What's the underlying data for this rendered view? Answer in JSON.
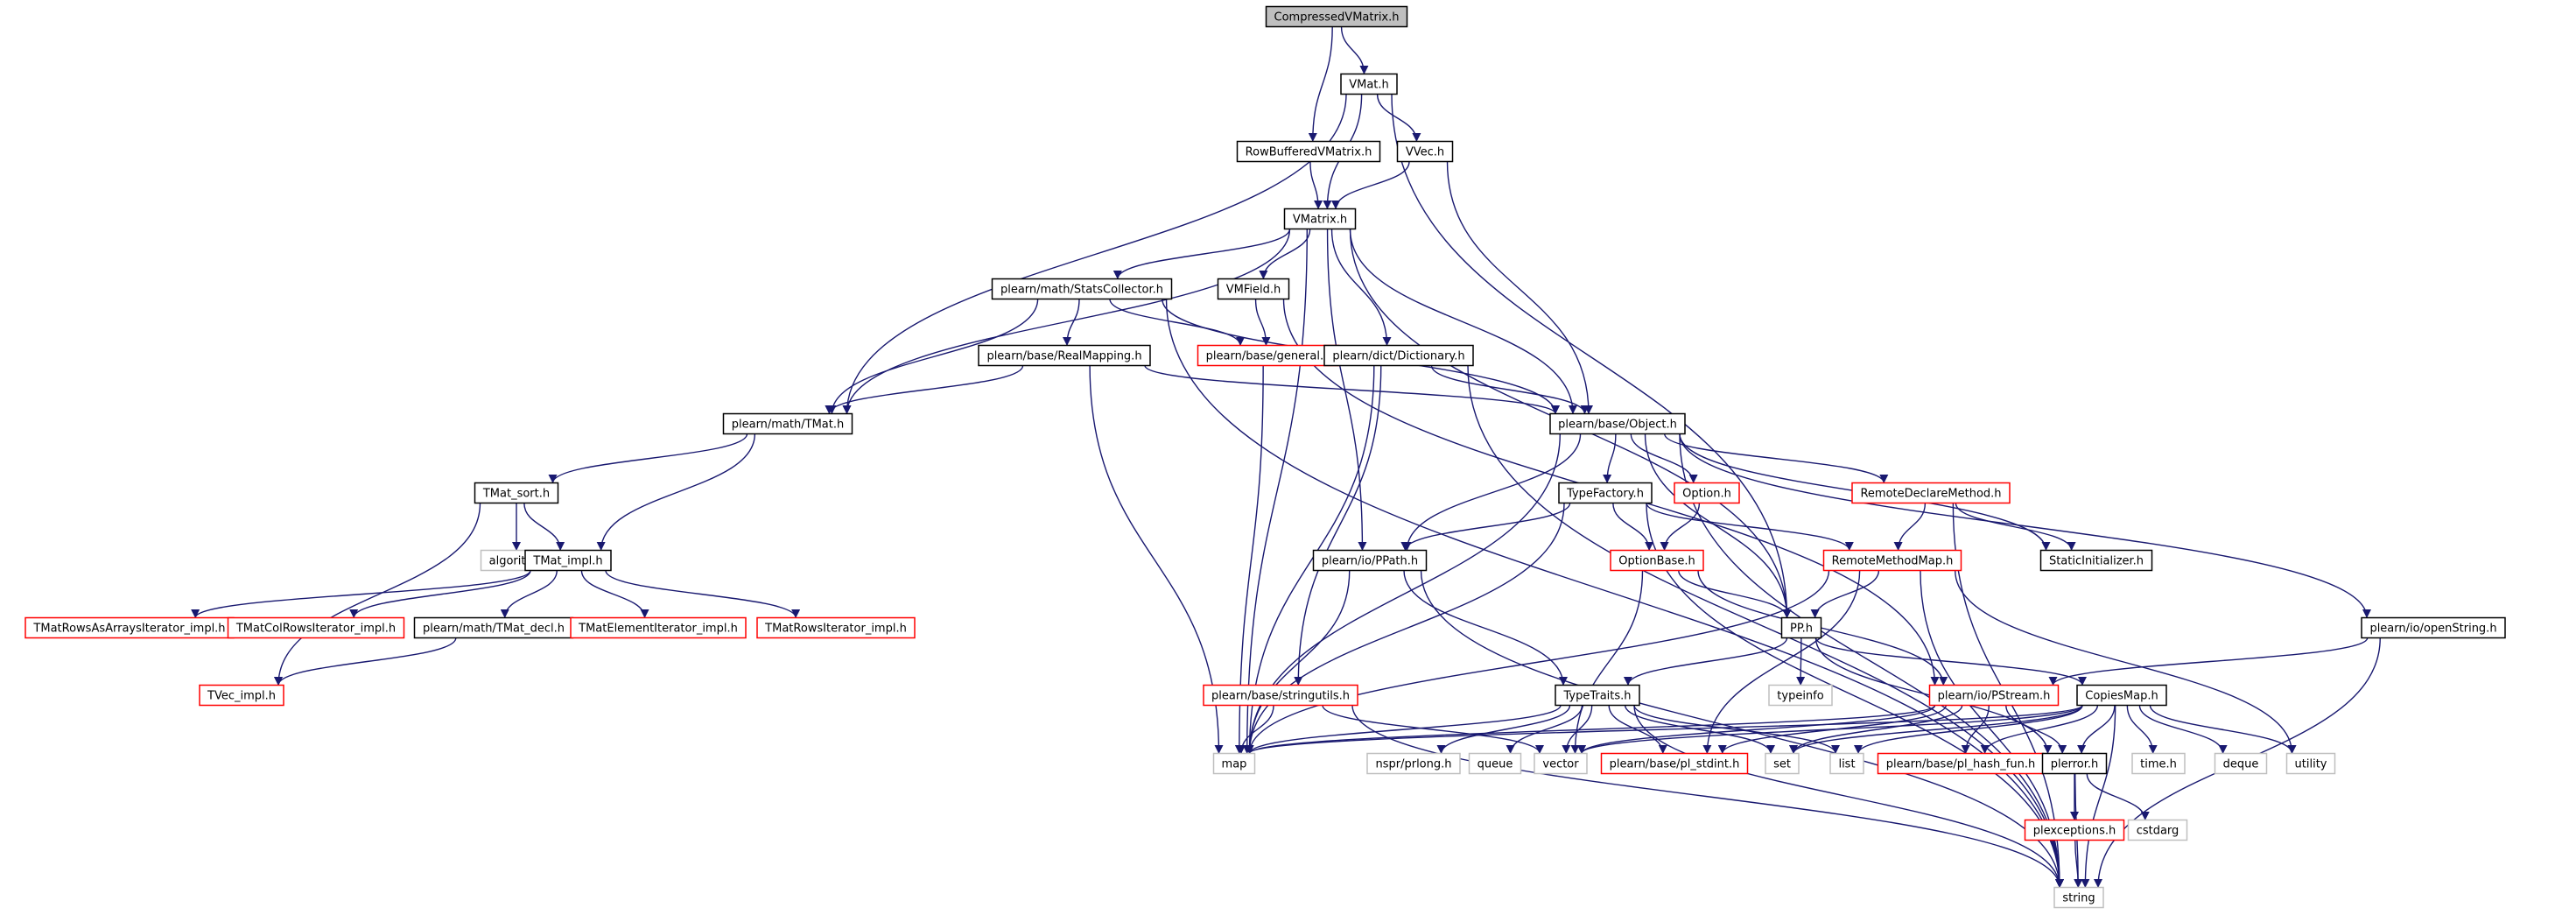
{
  "colors": {
    "edge": "#191970",
    "border_normal": "#000000",
    "border_truncated": "#ff0000",
    "border_external": "#bfbfbf",
    "fill_root": "#bfbfbf",
    "fill_default": "#ffffff",
    "text": "#000000"
  },
  "nodes": [
    {
      "id": "compressed",
      "label": "CompressedVMatrix.h",
      "style": "root"
    },
    {
      "id": "vmat",
      "label": "VMat.h",
      "style": "normal"
    },
    {
      "id": "rowbuf",
      "label": "RowBufferedVMatrix.h",
      "style": "normal"
    },
    {
      "id": "vvec",
      "label": "VVec.h",
      "style": "normal"
    },
    {
      "id": "vmatrix",
      "label": "VMatrix.h",
      "style": "normal"
    },
    {
      "id": "statscol",
      "label": "plearn/math/StatsCollector.h",
      "style": "normal"
    },
    {
      "id": "vmfield",
      "label": "VMField.h",
      "style": "normal"
    },
    {
      "id": "realmap",
      "label": "plearn/base/RealMapping.h",
      "style": "normal"
    },
    {
      "id": "general",
      "label": "plearn/base/general.h",
      "style": "truncated"
    },
    {
      "id": "dictionary",
      "label": "plearn/dict/Dictionary.h",
      "style": "normal"
    },
    {
      "id": "tmat",
      "label": "plearn/math/TMat.h",
      "style": "normal"
    },
    {
      "id": "object",
      "label": "plearn/base/Object.h",
      "style": "normal"
    },
    {
      "id": "tmatsort",
      "label": "TMat_sort.h",
      "style": "normal"
    },
    {
      "id": "algorithm",
      "label": "algorithm",
      "style": "external"
    },
    {
      "id": "tmatimpl",
      "label": "TMat_impl.h",
      "style": "normal"
    },
    {
      "id": "typefactory",
      "label": "TypeFactory.h",
      "style": "normal"
    },
    {
      "id": "option",
      "label": "Option.h",
      "style": "truncated"
    },
    {
      "id": "remotedecl",
      "label": "RemoteDeclareMethod.h",
      "style": "truncated"
    },
    {
      "id": "staticinit",
      "label": "StaticInitializer.h",
      "style": "normal"
    },
    {
      "id": "ppath",
      "label": "plearn/io/PPath.h",
      "style": "normal"
    },
    {
      "id": "optionbase",
      "label": "OptionBase.h",
      "style": "truncated"
    },
    {
      "id": "remotemethodmap",
      "label": "RemoteMethodMap.h",
      "style": "truncated"
    },
    {
      "id": "pp",
      "label": "PP.h",
      "style": "normal"
    },
    {
      "id": "openstring",
      "label": "plearn/io/openString.h",
      "style": "normal"
    },
    {
      "id": "tmatrowsarr",
      "label": "TMatRowsAsArraysIterator_impl.h",
      "style": "truncated"
    },
    {
      "id": "tmatcolrows",
      "label": "TMatColRowsIterator_impl.h",
      "style": "truncated"
    },
    {
      "id": "tmatdecl",
      "label": "plearn/math/TMat_decl.h",
      "style": "normal"
    },
    {
      "id": "tmatelem",
      "label": "TMatElementIterator_impl.h",
      "style": "truncated"
    },
    {
      "id": "tmatrowsiter",
      "label": "TMatRowsIterator_impl.h",
      "style": "truncated"
    },
    {
      "id": "tvecimpl",
      "label": "TVec_impl.h",
      "style": "truncated"
    },
    {
      "id": "typeinfo",
      "label": "typeinfo",
      "style": "external"
    },
    {
      "id": "stringutils",
      "label": "plearn/base/stringutils.h",
      "style": "truncated"
    },
    {
      "id": "typetraits",
      "label": "TypeTraits.h",
      "style": "normal"
    },
    {
      "id": "pstream",
      "label": "plearn/io/PStream.h",
      "style": "truncated"
    },
    {
      "id": "copiesmap",
      "label": "CopiesMap.h",
      "style": "normal"
    },
    {
      "id": "map",
      "label": "map",
      "style": "external"
    },
    {
      "id": "nsprlong",
      "label": "nspr/prlong.h",
      "style": "external"
    },
    {
      "id": "queue",
      "label": "queue",
      "style": "external"
    },
    {
      "id": "vector",
      "label": "vector",
      "style": "external"
    },
    {
      "id": "plstdint",
      "label": "plearn/base/pl_stdint.h",
      "style": "truncated"
    },
    {
      "id": "set",
      "label": "set",
      "style": "external"
    },
    {
      "id": "list",
      "label": "list",
      "style": "external"
    },
    {
      "id": "plhash",
      "label": "plearn/base/pl_hash_fun.h",
      "style": "truncated"
    },
    {
      "id": "plerror",
      "label": "plerror.h",
      "style": "normal"
    },
    {
      "id": "timeh",
      "label": "time.h",
      "style": "external"
    },
    {
      "id": "deque",
      "label": "deque",
      "style": "external"
    },
    {
      "id": "utility",
      "label": "utility",
      "style": "external"
    },
    {
      "id": "plexceptions",
      "label": "plexceptions.h",
      "style": "truncated"
    },
    {
      "id": "cstdarg",
      "label": "cstdarg",
      "style": "external"
    },
    {
      "id": "string",
      "label": "string",
      "style": "external"
    }
  ],
  "edges": [
    [
      "compressed",
      "vmat"
    ],
    [
      "compressed",
      "rowbuf"
    ],
    [
      "vmat",
      "vvec"
    ],
    [
      "vmat",
      "vmatrix"
    ],
    [
      "vmat",
      "tmat"
    ],
    [
      "vmat",
      "pp"
    ],
    [
      "rowbuf",
      "vmatrix"
    ],
    [
      "vvec",
      "vmatrix"
    ],
    [
      "vvec",
      "object"
    ],
    [
      "vmatrix",
      "statscol"
    ],
    [
      "vmatrix",
      "vmfield"
    ],
    [
      "vmatrix",
      "dictionary"
    ],
    [
      "vmatrix",
      "tmat"
    ],
    [
      "vmatrix",
      "object"
    ],
    [
      "vmatrix",
      "ppath"
    ],
    [
      "vmatrix",
      "pp"
    ],
    [
      "vmatrix",
      "map"
    ],
    [
      "statscol",
      "realmap"
    ],
    [
      "statscol",
      "general"
    ],
    [
      "statscol",
      "tmat"
    ],
    [
      "statscol",
      "object"
    ],
    [
      "statscol",
      "string"
    ],
    [
      "vmfield",
      "general"
    ],
    [
      "vmfield",
      "pstream"
    ],
    [
      "realmap",
      "tmat"
    ],
    [
      "realmap",
      "object"
    ],
    [
      "realmap",
      "map"
    ],
    [
      "general",
      "map"
    ],
    [
      "dictionary",
      "object"
    ],
    [
      "dictionary",
      "stringutils"
    ],
    [
      "dictionary",
      "map"
    ],
    [
      "dictionary",
      "string"
    ],
    [
      "tmat",
      "tmatsort"
    ],
    [
      "tmat",
      "tmatimpl"
    ],
    [
      "tmatsort",
      "algorithm"
    ],
    [
      "tmatsort",
      "tmatimpl"
    ],
    [
      "tmatsort",
      "tvecimpl"
    ],
    [
      "tmatimpl",
      "tmatrowsarr"
    ],
    [
      "tmatimpl",
      "tmatcolrows"
    ],
    [
      "tmatimpl",
      "tmatdecl"
    ],
    [
      "tmatimpl",
      "tmatelem"
    ],
    [
      "tmatimpl",
      "tmatrowsiter"
    ],
    [
      "tmatdecl",
      "tvecimpl"
    ],
    [
      "object",
      "typefactory"
    ],
    [
      "object",
      "option"
    ],
    [
      "object",
      "remotedecl"
    ],
    [
      "object",
      "staticinit"
    ],
    [
      "object",
      "ppath"
    ],
    [
      "object",
      "pp"
    ],
    [
      "object",
      "openstring"
    ],
    [
      "object",
      "map"
    ],
    [
      "object",
      "string"
    ],
    [
      "typefactory",
      "ppath"
    ],
    [
      "typefactory",
      "optionbase"
    ],
    [
      "typefactory",
      "remotemethodmap"
    ],
    [
      "typefactory",
      "map"
    ],
    [
      "typefactory",
      "string"
    ],
    [
      "option",
      "optionbase"
    ],
    [
      "remotedecl",
      "remotemethodmap"
    ],
    [
      "remotedecl",
      "staticinit"
    ],
    [
      "remotedecl",
      "string"
    ],
    [
      "ppath",
      "typetraits"
    ],
    [
      "ppath",
      "map"
    ],
    [
      "ppath",
      "string"
    ],
    [
      "optionbase",
      "pp"
    ],
    [
      "optionbase",
      "pstream"
    ],
    [
      "optionbase",
      "vector"
    ],
    [
      "remotemethodmap",
      "pp"
    ],
    [
      "remotemethodmap",
      "map"
    ],
    [
      "remotemethodmap",
      "plstdint"
    ],
    [
      "remotemethodmap",
      "utility"
    ],
    [
      "remotemethodmap",
      "string"
    ],
    [
      "pp",
      "typetraits"
    ],
    [
      "pp",
      "typeinfo"
    ],
    [
      "pp",
      "copiesmap"
    ],
    [
      "pp",
      "plerror"
    ],
    [
      "openstring",
      "pstream"
    ],
    [
      "openstring",
      "string"
    ],
    [
      "stringutils",
      "map"
    ],
    [
      "stringutils",
      "vector"
    ],
    [
      "stringutils",
      "string"
    ],
    [
      "typetraits",
      "map"
    ],
    [
      "typetraits",
      "nsprlong"
    ],
    [
      "typetraits",
      "queue"
    ],
    [
      "typetraits",
      "vector"
    ],
    [
      "typetraits",
      "plstdint"
    ],
    [
      "typetraits",
      "set"
    ],
    [
      "typetraits",
      "list"
    ],
    [
      "typetraits",
      "string"
    ],
    [
      "pstream",
      "map"
    ],
    [
      "pstream",
      "vector"
    ],
    [
      "pstream",
      "plstdint"
    ],
    [
      "pstream",
      "set"
    ],
    [
      "pstream",
      "plhash"
    ],
    [
      "pstream",
      "plerror"
    ],
    [
      "copiesmap",
      "map"
    ],
    [
      "copiesmap",
      "vector"
    ],
    [
      "copiesmap",
      "set"
    ],
    [
      "copiesmap",
      "list"
    ],
    [
      "copiesmap",
      "plhash"
    ],
    [
      "copiesmap",
      "plerror"
    ],
    [
      "copiesmap",
      "timeh"
    ],
    [
      "copiesmap",
      "deque"
    ],
    [
      "copiesmap",
      "utility"
    ],
    [
      "copiesmap",
      "string"
    ],
    [
      "plerror",
      "plexceptions"
    ],
    [
      "plerror",
      "cstdarg"
    ],
    [
      "plerror",
      "string"
    ],
    [
      "plexceptions",
      "string"
    ]
  ]
}
